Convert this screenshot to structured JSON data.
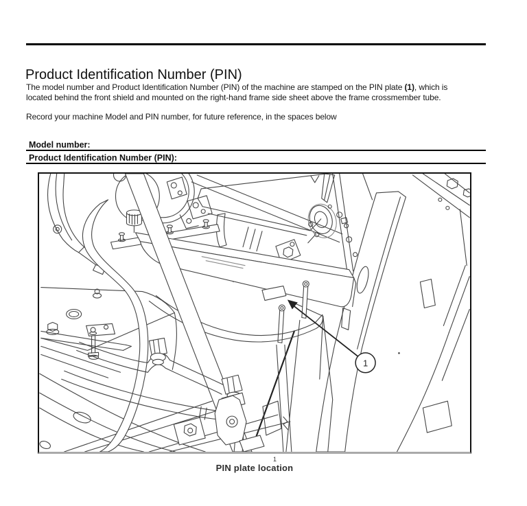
{
  "header": {
    "title": "Product Identification Number (PIN)"
  },
  "intro": {
    "para1_line1_pre": "The model number and Product Identification Number (PIN) of the machine are stamped on the PIN plate ",
    "para1_line1_bold": "(1)",
    "para1_line1_post": ", which is",
    "para1_line2": "located behind the front shield and mounted on the right-hand frame side sheet above the frame crossmember tube.",
    "para2": "Record your machine Model and PIN number, for future reference, in the spaces below"
  },
  "form": {
    "model_number_label": "Model number:",
    "pin_label": "Product Identification Number (PIN):"
  },
  "figure": {
    "callout_label": "1",
    "figure_number": "1",
    "caption": "PIN plate location"
  },
  "colors": {
    "line": "#444444",
    "callout": "#222222",
    "border": "#111111",
    "border_bottom": "#a9a9a9"
  }
}
